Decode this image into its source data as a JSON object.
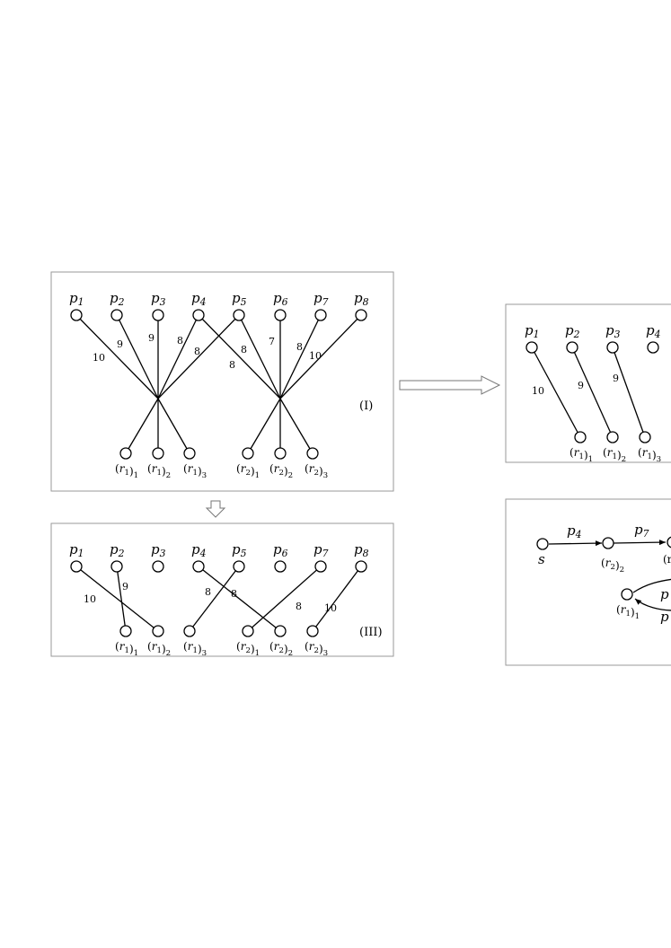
{
  "panel1": {
    "label": "(I)",
    "p_nodes": [
      "p1",
      "p2",
      "p3",
      "p4",
      "p5",
      "p6",
      "p7",
      "p8"
    ],
    "r_nodes": [
      "(r1)1",
      "(r1)2",
      "(r1)3",
      "(r2)1",
      "(r2)2",
      "(r2)3"
    ],
    "weights": [
      "10",
      "9",
      "9",
      "8",
      "8",
      "8",
      "8",
      "7",
      "8",
      "10"
    ]
  },
  "panel2": {
    "p_nodes": [
      "p1",
      "p2",
      "p3",
      "p4"
    ],
    "r_nodes": [
      "(r1)1",
      "(r1)2",
      "(r1)3"
    ],
    "weights": [
      "10",
      "9",
      "9"
    ]
  },
  "panel3": {
    "label": "(III)",
    "p_nodes": [
      "p1",
      "p2",
      "p3",
      "p4",
      "p5",
      "p6",
      "p7",
      "p8"
    ],
    "r_nodes": [
      "(r1)1",
      "(r1)2",
      "(r1)3",
      "(r2)1",
      "(r2)2",
      "(r2)3"
    ],
    "weights": [
      "10",
      "9",
      "8",
      "8",
      "8",
      "10"
    ]
  },
  "panel4": {
    "nodes": [
      "s",
      "(r2)2",
      "(r1)1"
    ],
    "edge_labels": [
      "p4",
      "p7"
    ]
  }
}
